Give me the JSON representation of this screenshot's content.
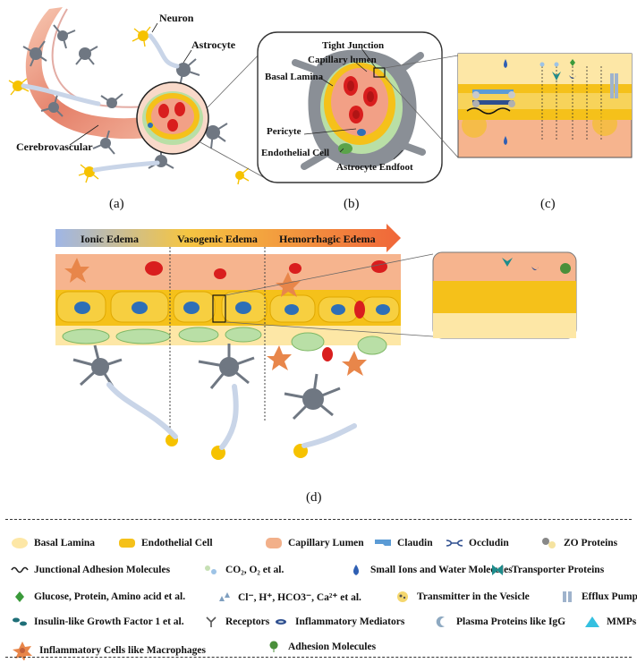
{
  "labels": {
    "neuron": "Neuron",
    "astrocyte": "Astrocyte",
    "cerebrovascular": "Cerebrovascular",
    "tight_junction": "Tight Junction",
    "capillary_lumen": "Capillary lumen",
    "basal_lamina": "Basal Lamina",
    "pericyte": "Pericyte",
    "endothelial_cell": "Endothelial Cell",
    "astrocyte_endfoot": "Astrocyte Endfoot"
  },
  "panels": {
    "a": "(a)",
    "b": "(b)",
    "c": "(c)",
    "d": "(d)"
  },
  "edema_stages": [
    "Ionic Edema",
    "Vasogenic Edema",
    "Hemorrhagic Edema"
  ],
  "legend": [
    {
      "icon": "basal-lamina-swatch",
      "text": "Basal Lamina",
      "color": "#fde7a6"
    },
    {
      "icon": "endothelial-cell-swatch",
      "text": "Endothelial Cell",
      "color": "#f5c11a"
    },
    {
      "icon": "capillary-lumen-swatch",
      "text": "Capillary Lumen",
      "color": "#f2b08a"
    },
    {
      "icon": "claudin-icon",
      "text": "Claudin",
      "color": "#5b9bd5"
    },
    {
      "icon": "occludin-icon",
      "text": "Occludin",
      "color": "#2e4e8f"
    },
    {
      "icon": "zo-proteins-icon",
      "text": "ZO Proteins",
      "color": "#a6a6a6"
    },
    {
      "icon": "junctional-adhesion-icon",
      "text": "Junctional Adhesion Molecules",
      "color": "#222222"
    },
    {
      "icon": "co2-o2-icon",
      "text": "CO₂, O₂ et al.",
      "color": "#9dc3e6"
    },
    {
      "icon": "water-drop-icon",
      "text": "Small Ions and Water Molecules",
      "color": "#2f5fb3"
    },
    {
      "icon": "transporter-icon",
      "text": "Transporter Proteins",
      "color": "#1e8c8c"
    },
    {
      "icon": "glucose-diamond-icon",
      "text": "Glucose, Protein, Amino acid et al.",
      "color": "#3a9a3a"
    },
    {
      "icon": "ions-triangle-icon",
      "text": "Cl⁻, H⁺, HCO3⁻, Ca²⁺ et al.",
      "color": "#7f9fbf"
    },
    {
      "icon": "vesicle-icon",
      "text": "Transmitter in the Vesicle",
      "color": "#f5d76e"
    },
    {
      "icon": "efflux-pump-icon",
      "text": "Efflux Pump",
      "color": "#9fb3cc"
    },
    {
      "icon": "igf1-icon",
      "text": "Insulin-like Growth Factor 1 et al.",
      "color": "#1f6f78"
    },
    {
      "icon": "receptor-icon",
      "text": "Receptors",
      "color": "#555555"
    },
    {
      "icon": "inflammatory-mediator-icon",
      "text": "Inflammatory Mediators",
      "color": "#2e4e8f"
    },
    {
      "icon": "plasma-protein-icon",
      "text": "Plasma Proteins like IgG",
      "color": "#8ea9c1"
    },
    {
      "icon": "mmp-icon",
      "text": "MMPs",
      "color": "#35c0e0"
    },
    {
      "icon": "macrophage-icon",
      "text": "Inflammatory Cells like Macrophages",
      "color": "#e8864a"
    },
    {
      "icon": "adhesion-molecule-icon",
      "text": "Adhesion Molecules",
      "color": "#4a8f3a"
    }
  ]
}
